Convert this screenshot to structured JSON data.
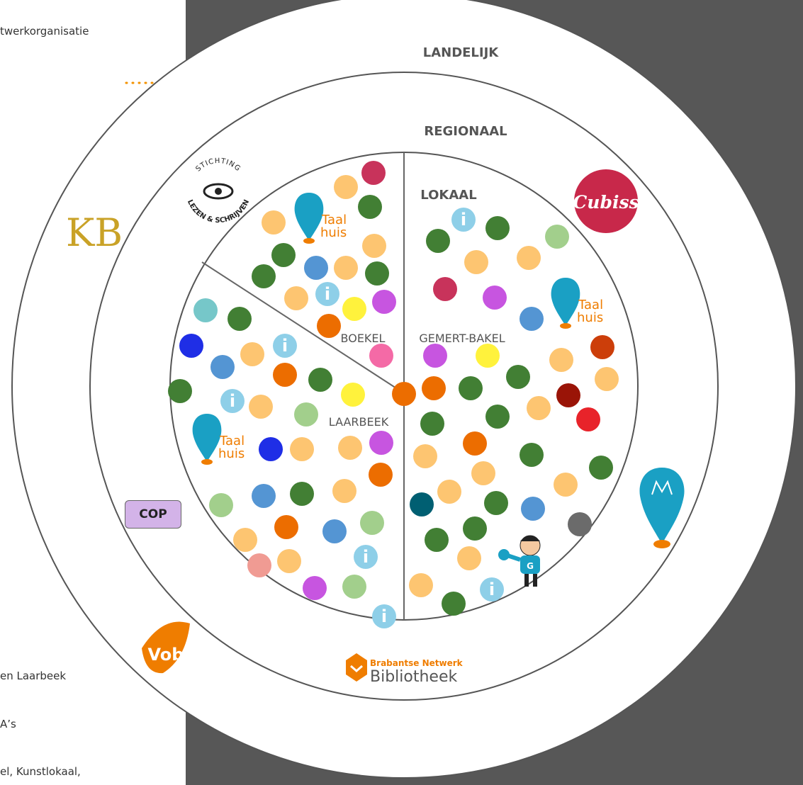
{
  "left_panel": {
    "lines": [
      {
        "id": "l1",
        "text": "twerkorganisatie"
      },
      {
        "id": "l2",
        "text": "en Laarbeek"
      },
      {
        "id": "l3",
        "text": "A’s"
      },
      {
        "id": "l4",
        "text": "el, Kunstlokaal,"
      }
    ]
  },
  "rings": {
    "national": "LANDELIJK",
    "regional": "REGIONAAL",
    "local": "LOKAAL"
  },
  "segments": {
    "boekel": "BOEKEL",
    "gemert_bakel": "GEMERT-BAKEL",
    "laarbeek": "LAARBEEK"
  },
  "logos": {
    "kb": "KB",
    "cubiss": "Cubiss",
    "stichting_lezen_schrijven_top": "STICHTING",
    "stichting_lezen_schrijven_bottom": "LEZEN & SCHRIJVEN",
    "vob": "Vob",
    "brabantse_top": "Brabantse Netwerk",
    "brabantse_bottom": "Bibliotheek",
    "taalhuis_line1": "Taal",
    "taalhuis_line2": "huis",
    "info_symbol": "i",
    "g_badge": "G"
  },
  "cop_label": "COP",
  "colors": {
    "dark_panel": "#575757",
    "orange_dot_line": "#f39200",
    "taalhuis_blue": "#1aa0c4",
    "taalhuis_orange": "#ef7d00",
    "kb_gold": "#c9a227",
    "cubiss_red": "#c8284a",
    "info_blue": "#8ecfe8"
  }
}
